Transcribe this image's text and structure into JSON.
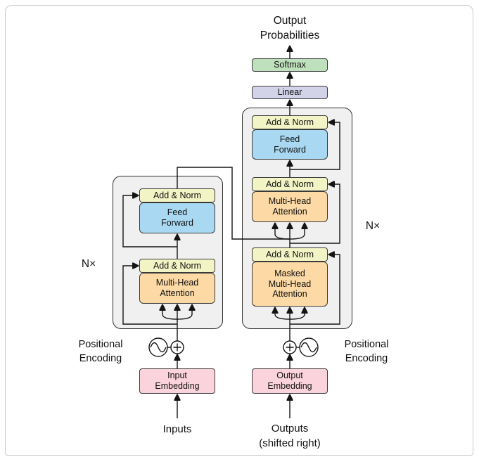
{
  "colors": {
    "add_norm_fill": "#f2f4c5",
    "feed_forward_fill": "#a9d9f2",
    "attention_fill": "#fcd9a5",
    "embedding_fill": "#fbd3dc",
    "softmax_fill": "#bfe0bc",
    "linear_fill": "#d2d3e8",
    "stack_fill": "#f0f0f0"
  },
  "output_head": {
    "title": "Output\nProbabilities",
    "softmax": "Softmax",
    "linear": "Linear"
  },
  "encoder": {
    "repeat_label": "N×",
    "add_norm_2": "Add & Norm",
    "feed_forward": "Feed\nForward",
    "add_norm_1": "Add & Norm",
    "multi_head_attention": "Multi-Head\nAttention",
    "input_embedding": "Input\nEmbedding",
    "inputs_label": "Inputs",
    "positional_encoding": "Positional\nEncoding"
  },
  "decoder": {
    "repeat_label": "N×",
    "add_norm_3": "Add & Norm",
    "feed_forward": "Feed\nForward",
    "add_norm_2": "Add & Norm",
    "multi_head_attention": "Multi-Head\nAttention",
    "add_norm_1": "Add & Norm",
    "masked_multi_head_attention": "Masked\nMulti-Head\nAttention",
    "output_embedding": "Output\nEmbedding",
    "outputs_label": "Outputs\n(shifted right)",
    "positional_encoding": "Positional\nEncoding"
  }
}
